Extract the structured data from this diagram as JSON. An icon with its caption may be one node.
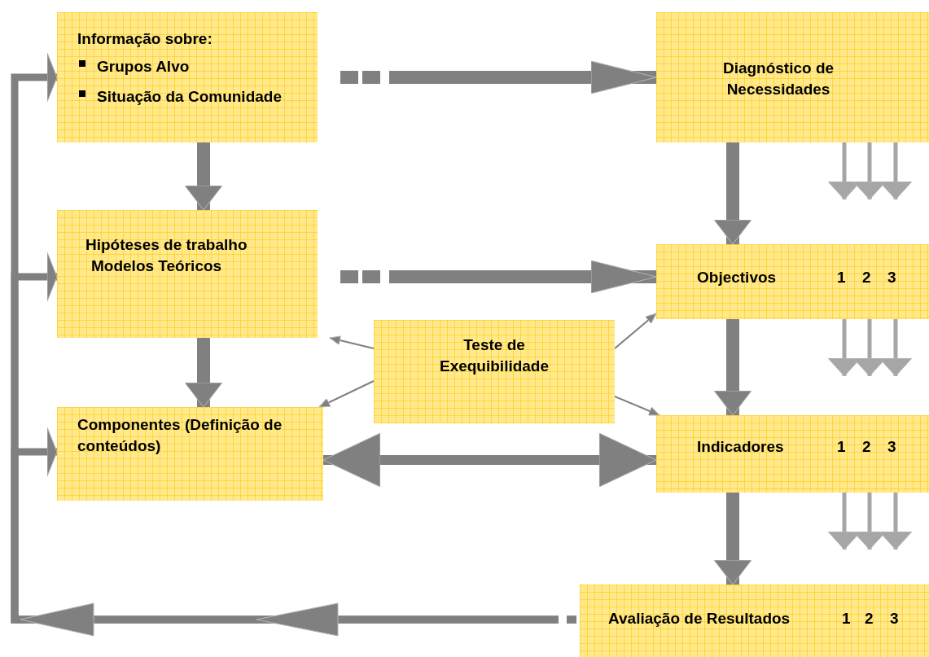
{
  "diagram": {
    "nodes": [
      {
        "text": [
          "Informação sobre:",
          "Grupos Alvo",
          "Situação da Comunidade"
        ]
      },
      {
        "text": [
          "Diagnóstico de Necessidades"
        ]
      },
      {
        "text": [
          "Hipóteses de trabalho",
          "Modelos Teóricos"
        ]
      },
      {
        "text": [
          "Teste de Exequibilidade"
        ]
      },
      {
        "text": [
          "Objectivos",
          "1",
          "2",
          "3"
        ]
      },
      {
        "text": [
          "Componentes (Definição de conteúdos)"
        ]
      },
      {
        "text": [
          "Indicadores",
          "1",
          "2",
          "3"
        ]
      },
      {
        "text": [
          "Avaliação de Resultados",
          "1",
          "2",
          "3"
        ]
      }
    ],
    "edges": [
      {
        "from": 0,
        "to": 1,
        "arrow": "to",
        "style": "dashed"
      },
      {
        "from": 0,
        "to": 2,
        "arrow": "to",
        "style": "thick"
      },
      {
        "from": 1,
        "to": 4,
        "arrow": "to",
        "style": "thick"
      },
      {
        "from": 2,
        "to": 4,
        "arrow": "to",
        "style": "dashed"
      },
      {
        "from": 2,
        "to": 5,
        "arrow": "to",
        "style": "thick"
      },
      {
        "from": 4,
        "to": 6,
        "arrow": "to",
        "style": "thick"
      },
      {
        "from": 3,
        "to": 2,
        "arrow": "to"
      },
      {
        "from": 3,
        "to": 5,
        "arrow": "to"
      },
      {
        "from": 3,
        "to": 4,
        "arrow": "to"
      },
      {
        "from": 3,
        "to": 6,
        "arrow": "to"
      },
      {
        "from": 5,
        "to": 6,
        "arrow": "both",
        "style": "thick"
      },
      {
        "from": 6,
        "to": 7,
        "arrow": "to",
        "style": "thick"
      },
      {
        "from": 7,
        "to": 0,
        "arrow": "to",
        "style": "dashed"
      },
      {
        "from": 7,
        "to": 2,
        "arrow": "to",
        "style": "dashed"
      },
      {
        "from": 7,
        "to": 5,
        "arrow": "to",
        "style": "dashed"
      },
      {
        "from": 1,
        "to": null,
        "arrow": "to",
        "color": "#a6a6a6"
      },
      {
        "from": 1,
        "to": null,
        "arrow": "to",
        "color": "#a6a6a6"
      },
      {
        "from": 1,
        "to": null,
        "arrow": "to",
        "color": "#a6a6a6"
      },
      {
        "from": 4,
        "to": null,
        "arrow": "to",
        "color": "#a6a6a6"
      },
      {
        "from": 4,
        "to": null,
        "arrow": "to",
        "color": "#a6a6a6"
      },
      {
        "from": 4,
        "to": null,
        "arrow": "to",
        "color": "#a6a6a6"
      },
      {
        "from": 6,
        "to": null,
        "arrow": "to",
        "color": "#a6a6a6"
      },
      {
        "from": 6,
        "to": null,
        "arrow": "to",
        "color": "#a6a6a6"
      },
      {
        "from": 6,
        "to": null,
        "arrow": "to",
        "color": "#a6a6a6"
      }
    ]
  }
}
